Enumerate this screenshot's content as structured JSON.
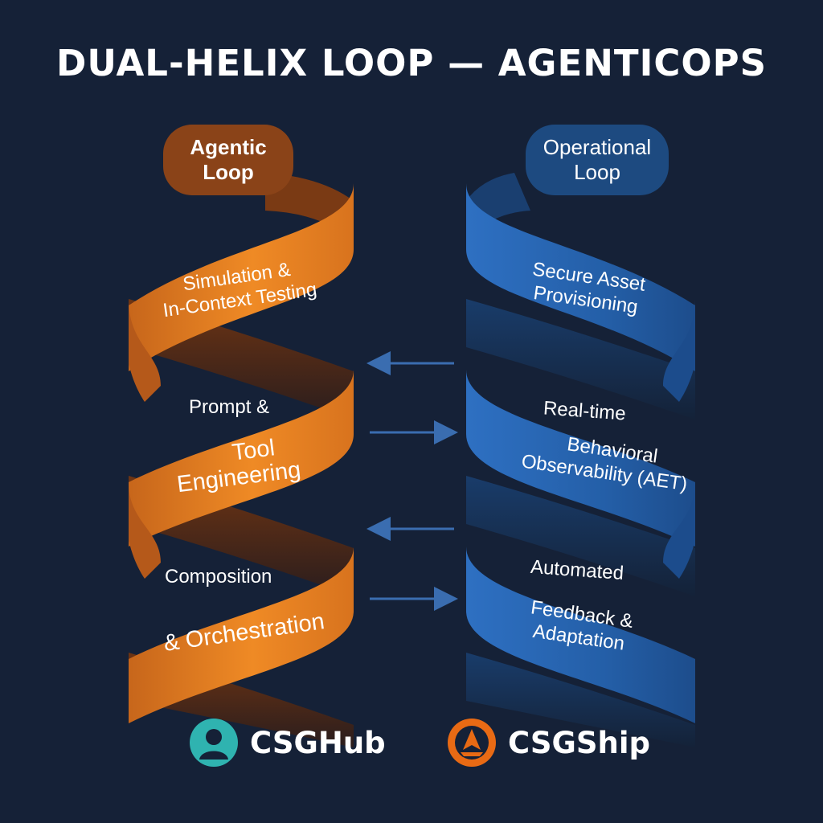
{
  "title": "DUAL-HELIX LOOP — AGENTICOPS",
  "agentic_loop": {
    "label_line1": "Agentic",
    "label_line2": "Loop",
    "steps": [
      {
        "line1": "Simulation &",
        "line2": "In-Context Testing"
      },
      {
        "line1": "Prompt &",
        "line2": "Tool",
        "line3": "Engineering"
      },
      {
        "line1": "Composition",
        "line2": "& Orchestration"
      }
    ]
  },
  "operational_loop": {
    "label_line1": "Operational",
    "label_line2": "Loop",
    "steps": [
      {
        "line1": "Secure Asset",
        "line2": "Provisioning"
      },
      {
        "line1": "Real-time",
        "line2": "Behavioral",
        "line3": "Observability (AET)"
      },
      {
        "line1": "Automated",
        "line2": "Feedback &",
        "line3": "Adaptation"
      }
    ]
  },
  "brands": [
    {
      "name": "CSGHub",
      "icon": "person-icon",
      "color": "#2fb3b0"
    },
    {
      "name": "CSGShip",
      "icon": "ship-icon",
      "color": "#e86a14"
    }
  ],
  "colors": {
    "background": "#152137",
    "agentic": "#e58422",
    "operational": "#2a6ab8",
    "arrow": "#3a6db0"
  }
}
